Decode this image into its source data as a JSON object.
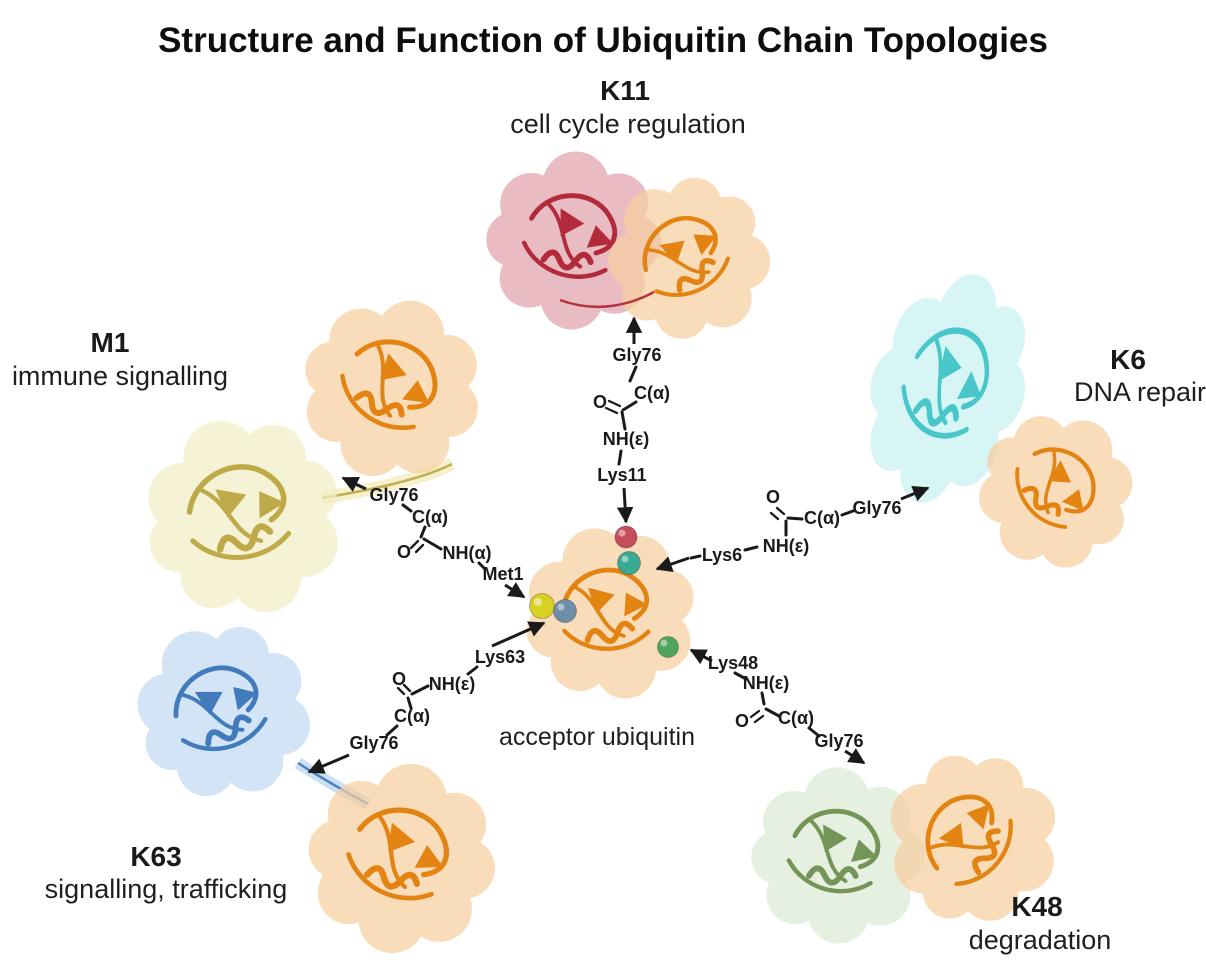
{
  "title": "Structure and Function of Ubiquitin Chain Topologies",
  "acceptor": {
    "label": "acceptor ubiquitin"
  },
  "chains": {
    "k11": {
      "name": "K11",
      "function": "cell cycle regulation",
      "gly": "Gly76",
      "calpha": "C(α)",
      "oxygen": "O",
      "amide": "NH(ε)",
      "residue": "Lys11"
    },
    "m1": {
      "name": "M1",
      "function": "immune signalling",
      "gly": "Gly76",
      "calpha": "C(α)",
      "oxygen": "O",
      "amide": "NH(α)",
      "residue": "Met1"
    },
    "k6": {
      "name": "K6",
      "function": "DNA repair",
      "gly": "Gly76",
      "calpha": "C(α)",
      "oxygen": "O",
      "amide": "NH(ε)",
      "residue": "Lys6"
    },
    "k63": {
      "name": "K63",
      "function": "signalling, trafficking",
      "gly": "Gly76",
      "calpha": "C(α)",
      "oxygen": "O",
      "amide": "NH(ε)",
      "residue": "Lys63"
    },
    "k48": {
      "name": "K48",
      "function": "degradation",
      "gly": "Gly76",
      "calpha": "C(α)",
      "oxygen": "O",
      "amide": "NH(ε)",
      "residue": "Lys48"
    }
  },
  "colors": {
    "orange_ribbon": "#E2800A",
    "orange_surface": "#F7CFA0",
    "red_ribbon": "#AF2433",
    "red_surface": "#E0A3AB",
    "yellow_ribbon": "#BDA743",
    "yellow_surface": "#F3EEC5",
    "cyan_ribbon": "#41C4C7",
    "cyan_surface": "#C9F2F0",
    "blue_ribbon": "#3B76B8",
    "blue_surface": "#C2DAF2",
    "green_ribbon": "#6E9150",
    "green_surface": "#DDEBD6",
    "sphere_lys11": "#C54E5C",
    "sphere_lys6": "#3BA893",
    "sphere_met1": "#D6D122",
    "sphere_lys63": "#6D8FA9",
    "sphere_lys48": "#50A55C",
    "annotation_ink": "#1a1a1a"
  }
}
